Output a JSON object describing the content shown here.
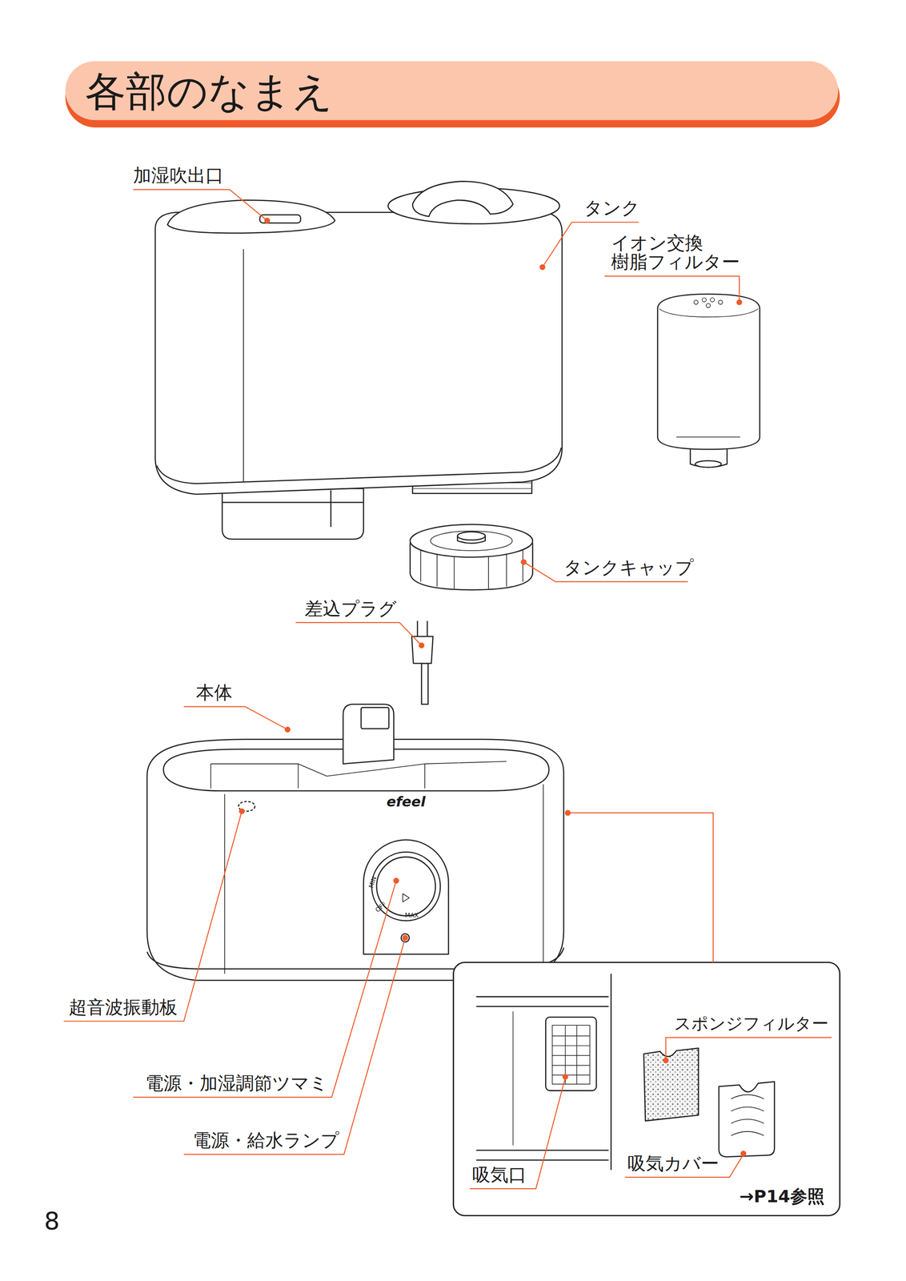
{
  "diagram": {
    "title": "各部のなまえ",
    "labels": [
      "加湿吹出口",
      "タンク",
      "イオン交換 樹脂フィルター",
      "タンクキャップ",
      "差込プラグ",
      "本体",
      "超音波振動板",
      "電源・加湿調節ツマミ",
      "電源・給水ランプ",
      "スポンジフィルター",
      "吸気カバー",
      "吸気口",
      "→P14参照",
      "efeel",
      "MIN",
      "OFF",
      "MAX",
      "8"
    ]
  }
}
